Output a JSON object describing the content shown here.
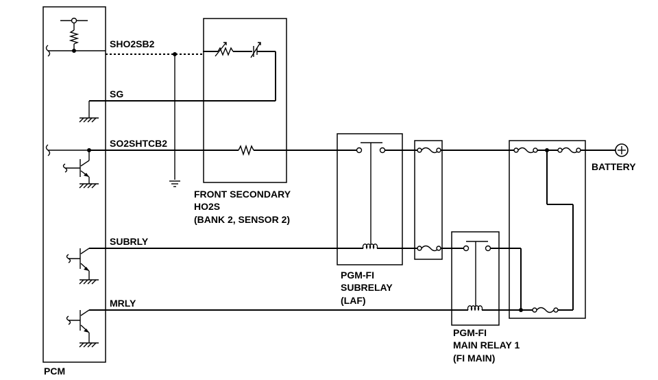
{
  "wires": {
    "sho2sb2": "SHO2SB2",
    "sg": "SG",
    "so2shtcb2": "SO2SHTCB2",
    "subrly": "SUBRLY",
    "mrly": "MRLY"
  },
  "components": {
    "pcm": "PCM",
    "battery": "BATTERY",
    "front_secondary_ho2s": [
      "FRONT SECONDARY",
      "HO2S",
      "(BANK 2, SENSOR 2)"
    ],
    "pgm_fi_subrelay": [
      "PGM-FI",
      "SUBRELAY",
      "(LAF)"
    ],
    "pgm_fi_main_relay": [
      "PGM-FI",
      "MAIN RELAY 1",
      "(FI MAIN)"
    ]
  }
}
